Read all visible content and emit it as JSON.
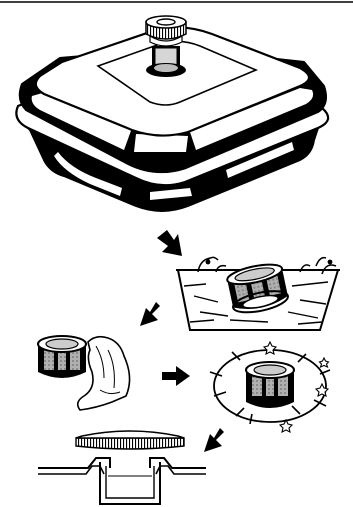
{
  "figure": {
    "kind": "instruction-illustration",
    "steps": [
      {
        "id": "pot",
        "icon": "covered-pot-with-valve-icon"
      },
      {
        "id": "soak",
        "icon": "valve-soaking-in-water-icon"
      },
      {
        "id": "wipe",
        "icon": "wipe-valve-with-cloth-icon"
      },
      {
        "id": "clean",
        "icon": "clean-sparkling-valve-icon"
      },
      {
        "id": "refit",
        "icon": "reinstall-valve-in-lid-icon"
      }
    ],
    "arrows": [
      "arrow-to-soak",
      "arrow-to-wipe",
      "arrow-to-clean",
      "arrow-to-refit"
    ],
    "colors": {
      "ink": "#000000",
      "paper": "#ffffff",
      "shade": "#c8c8c8"
    }
  }
}
